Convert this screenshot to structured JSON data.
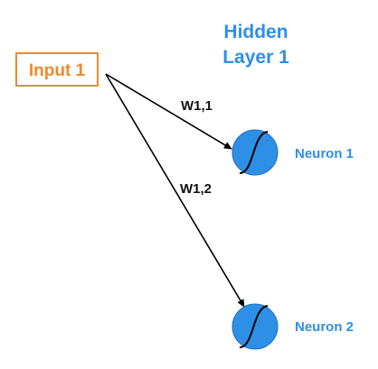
{
  "input": {
    "label": "Input 1",
    "color": "#F0892A"
  },
  "hidden_layer": {
    "title_line1": "Hidden",
    "title_line2": "Layer 1",
    "color": "#2E8FE6"
  },
  "neurons": [
    {
      "label": "Neuron 1",
      "icon": "sigmoid-icon"
    },
    {
      "label": "Neuron 2",
      "icon": "sigmoid-icon"
    }
  ],
  "neuron_color": "#2E8FE6",
  "weights": [
    {
      "label": "W1,1"
    },
    {
      "label": "W1,2"
    }
  ],
  "arrow_color": "#000000",
  "text_color": "#111111"
}
